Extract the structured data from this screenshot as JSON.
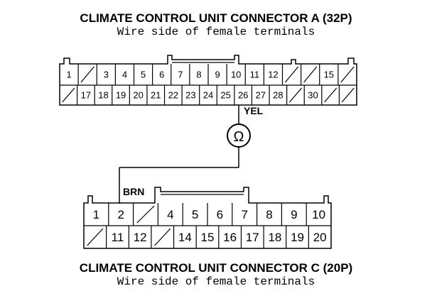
{
  "connector_a": {
    "title": "CLIMATE CONTROL UNIT CONNECTOR A (32P)",
    "subtitle": "Wire side of female terminals",
    "row1": [
      "1",
      "",
      "3",
      "4",
      "5",
      "6",
      "7",
      "8",
      "9",
      "10",
      "11",
      "12",
      "",
      "",
      "15",
      ""
    ],
    "row2": [
      "",
      "17",
      "18",
      "19",
      "20",
      "21",
      "22",
      "23",
      "24",
      "25",
      "26",
      "27",
      "28",
      "",
      "30",
      "",
      ""
    ],
    "highlight": "26",
    "wire_color": "YEL"
  },
  "connector_c": {
    "title": "CLIMATE CONTROL UNIT CONNECTOR C (20P)",
    "subtitle": "Wire side of female terminals",
    "row1": [
      "1",
      "2",
      "",
      "4",
      "5",
      "6",
      "7",
      "8",
      "9",
      "10"
    ],
    "row2": [
      "",
      "11",
      "12",
      "",
      "14",
      "15",
      "16",
      "17",
      "18",
      "19",
      "20"
    ],
    "highlight": "2",
    "wire_color": "BRN"
  },
  "meter_symbol": "Ω"
}
